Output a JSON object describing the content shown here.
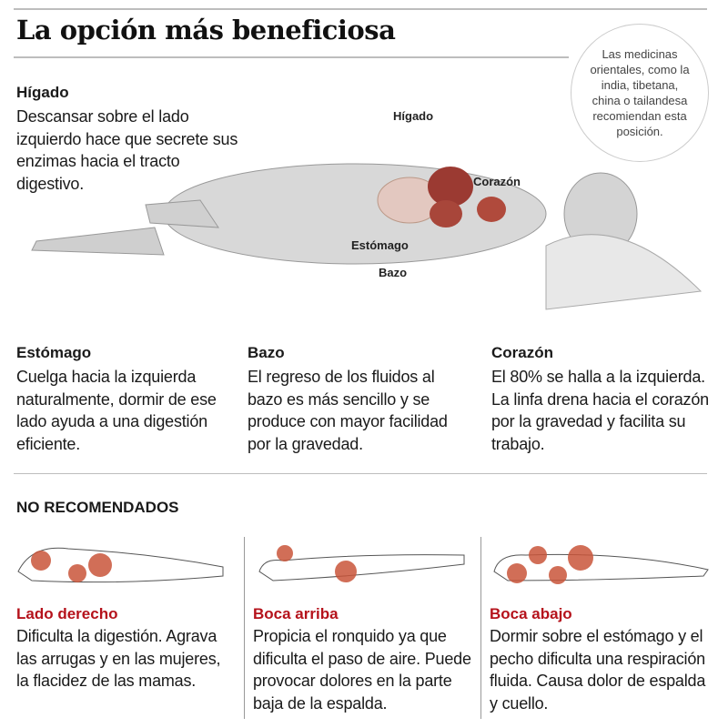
{
  "title": "La opción más beneficiosa",
  "note": "Las medicinas orientales, como la india, tibetana, china o tailandesa recomiendan esta posición.",
  "higado": {
    "heading": "Hígado",
    "body": "Descansar sobre el lado izquierdo hace que secrete sus enzimas hacia el tracto digestivo."
  },
  "figure_labels": {
    "higado": "Hígado",
    "corazon": "Corazón",
    "estomago": "Estómago",
    "bazo": "Bazo"
  },
  "benefits": [
    {
      "heading": "Estómago",
      "body": "Cuelga hacia la izquierda naturalmente, dormir de ese lado ayuda a una digestión eficiente."
    },
    {
      "heading": "Bazo",
      "body": "El regreso de los fluidos al bazo es más sencillo y se produce con mayor facilidad por la gravedad."
    },
    {
      "heading": "Corazón",
      "body": "El 80% se halla a la izquierda. La linfa drena hacia el corazón por la gravedad y facilita su trabajo."
    }
  ],
  "not_recommended": {
    "heading": "NO RECOMENDADOS",
    "items": [
      {
        "heading": "Lado derecho",
        "body": "Dificulta la digestión. Agrava las arrugas y en las mujeres, la flacidez de las mamas."
      },
      {
        "heading": "Boca arriba",
        "body": "Propicia el ronquido ya que dificulta el paso de aire. Puede provocar dolores en la parte baja de la espalda."
      },
      {
        "heading": "Boca abajo",
        "body": "Dormir sobre el estómago y el pecho dificulta una respiración fluida. Causa dolor de espalda y cuello."
      }
    ]
  },
  "colors": {
    "accent": "#b5121b",
    "marker": "#c9553a"
  }
}
